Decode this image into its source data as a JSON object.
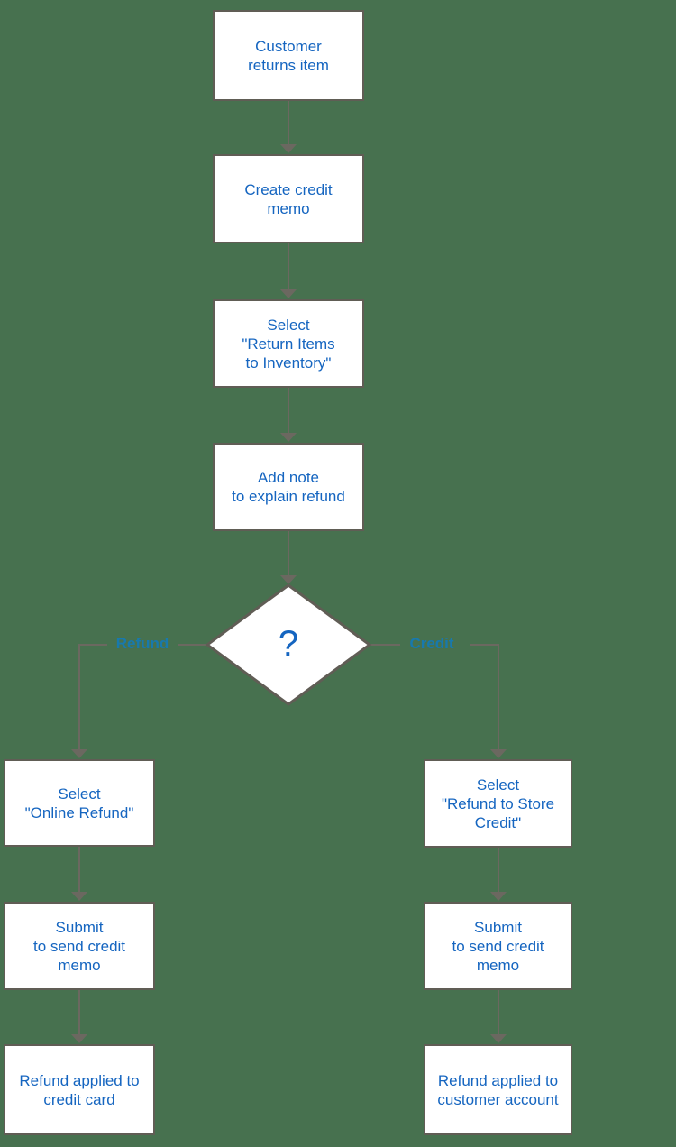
{
  "flowchart": {
    "decision_mark": "?",
    "colors": {
      "background": "#47714f",
      "node_fill": "#ffffff",
      "node_border": "#605d55",
      "connector": "#6b6860",
      "node_text": "#1565c0",
      "branch_label_text": "#1879ad"
    },
    "nodes": [
      {
        "id": "customer-returns-item",
        "type": "process",
        "label": "Customer\nreturns item"
      },
      {
        "id": "create-credit-memo",
        "type": "process",
        "label": "Create credit\nmemo"
      },
      {
        "id": "select-return-items",
        "type": "process",
        "label": "Select\n\"Return Items\nto Inventory\""
      },
      {
        "id": "add-note",
        "type": "process",
        "label": "Add note\nto explain refund"
      },
      {
        "id": "decision",
        "type": "decision",
        "label": "?"
      },
      {
        "id": "select-online-refund",
        "type": "process",
        "label": "Select\n\"Online Refund\""
      },
      {
        "id": "submit-credit-memo-left",
        "type": "process",
        "label": "Submit\nto send credit\nmemo"
      },
      {
        "id": "refund-credit-card",
        "type": "process",
        "label": "Refund applied to\ncredit card"
      },
      {
        "id": "select-store-credit",
        "type": "process",
        "label": "Select\n\"Refund to Store\nCredit\""
      },
      {
        "id": "submit-credit-memo-right",
        "type": "process",
        "label": "Submit\nto send credit\nmemo"
      },
      {
        "id": "refund-customer-account",
        "type": "process",
        "label": "Refund applied to\ncustomer account"
      }
    ],
    "branches": [
      {
        "side": "left",
        "label": "Refund"
      },
      {
        "side": "right",
        "label": "Credit"
      }
    ]
  }
}
